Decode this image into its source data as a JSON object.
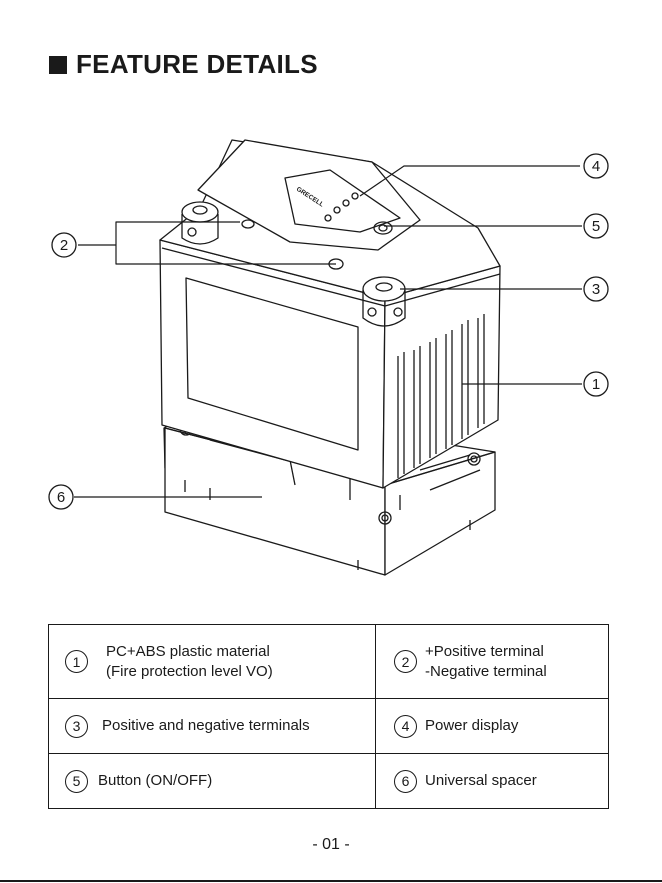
{
  "heading": {
    "title": "FEATURE DETAILS"
  },
  "diagram": {
    "brand_label": "GRECELL",
    "callouts": [
      "1",
      "2",
      "3",
      "4",
      "5",
      "6"
    ]
  },
  "table": {
    "rows": [
      [
        {
          "num": "1",
          "line1": "PC+ABS plastic material",
          "line2": "(Fire protection level VO)"
        },
        {
          "num": "2",
          "line1": "+Positive terminal",
          "line2": "-Negative terminal"
        }
      ],
      [
        {
          "num": "3",
          "line1": "Positive and negative terminals"
        },
        {
          "num": "4",
          "line1": "Power display"
        }
      ],
      [
        {
          "num": "5",
          "line1": "Button (ON/OFF)"
        },
        {
          "num": "6",
          "line1": "Universal spacer"
        }
      ]
    ]
  },
  "footer": {
    "page_number": "- 01 -"
  }
}
